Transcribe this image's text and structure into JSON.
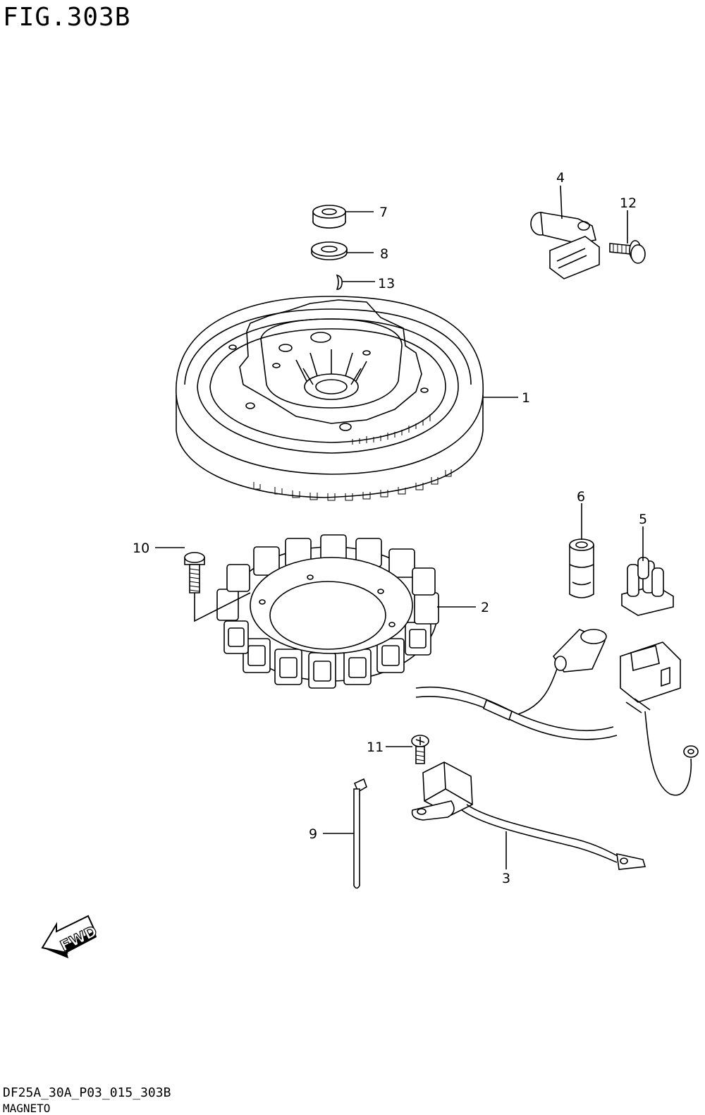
{
  "figure": {
    "title": "FIG.303B",
    "code": "DF25A_30A_P03_015_303B",
    "name": "MAGNETO"
  },
  "callouts": [
    {
      "id": "1",
      "label": "1"
    },
    {
      "id": "2",
      "label": "2"
    },
    {
      "id": "3",
      "label": "3"
    },
    {
      "id": "4",
      "label": "4"
    },
    {
      "id": "5",
      "label": "5"
    },
    {
      "id": "6",
      "label": "6"
    },
    {
      "id": "7",
      "label": "7"
    },
    {
      "id": "8",
      "label": "8"
    },
    {
      "id": "9",
      "label": "9"
    },
    {
      "id": "10",
      "label": "10"
    },
    {
      "id": "11",
      "label": "11"
    },
    {
      "id": "12",
      "label": "12"
    },
    {
      "id": "13",
      "label": "13"
    }
  ],
  "fwd_arrow": {
    "label": "FWD"
  }
}
